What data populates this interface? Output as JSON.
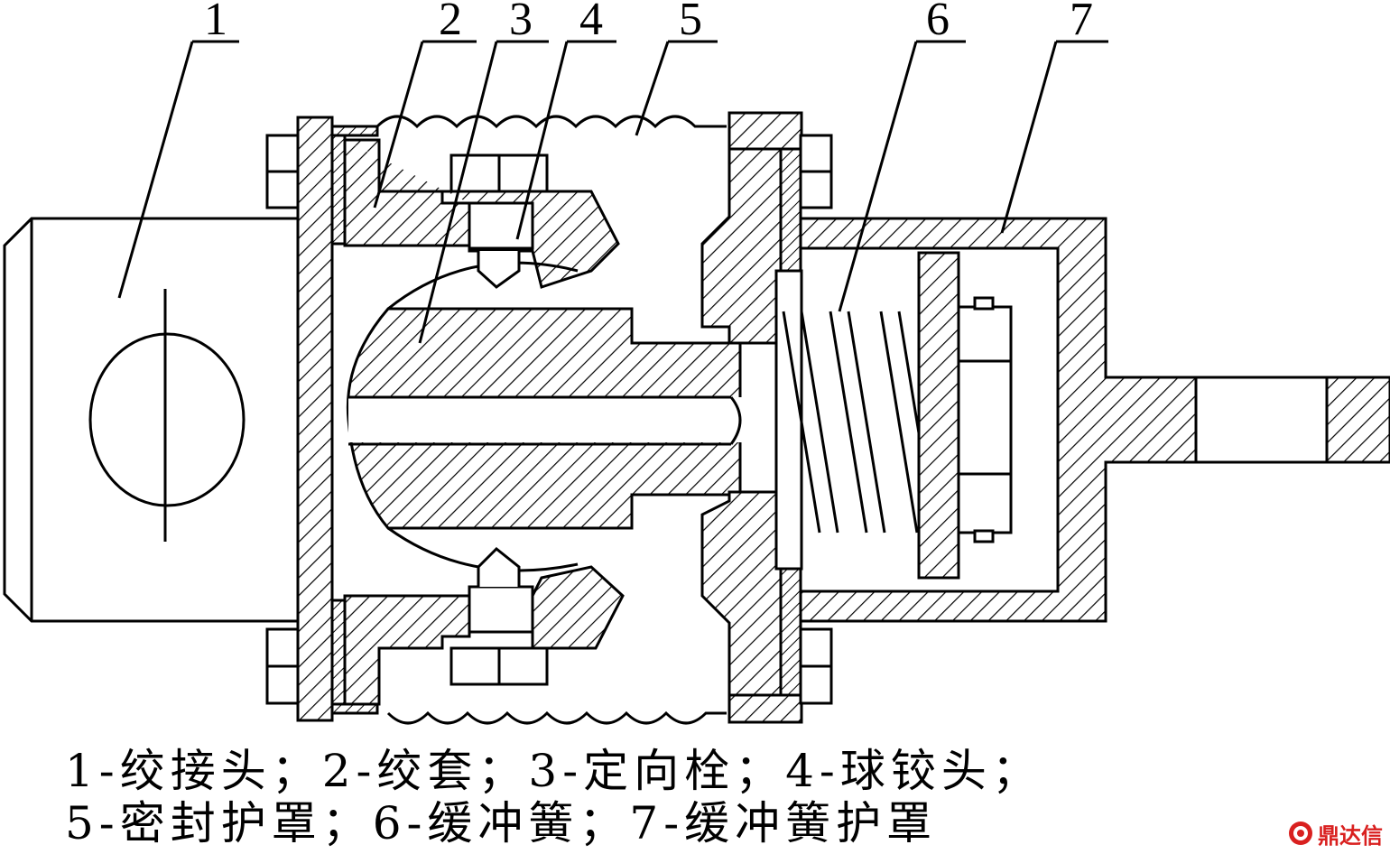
{
  "part_numbers": [
    "1",
    "2",
    "3",
    "4",
    "5",
    "6",
    "7"
  ],
  "caption": {
    "line1": "1-绞接头；2-绞套；3-定向栓；4-球铰头；",
    "line2": "5-密封护罩；6-缓冲簧；7-缓冲簧护罩"
  },
  "watermark": {
    "text": "鼎达信",
    "icon": "brand-logo-icon",
    "color": "#d9201f"
  },
  "colors": {
    "line": "#000000",
    "background": "#ffffff"
  }
}
